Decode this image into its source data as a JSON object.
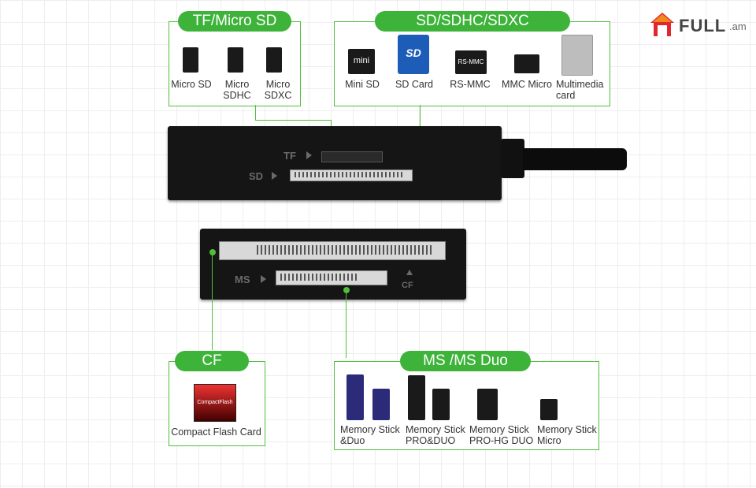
{
  "brand": {
    "logo_name": "FULL",
    "logo_suffix": ".am"
  },
  "groups": {
    "tf": {
      "title": "TF/Micro SD",
      "cards": [
        "Micro SD",
        "Micro\nSDHC",
        "Micro\nSDXC"
      ]
    },
    "sd": {
      "title": "SD/SDHC/SDXC",
      "cards": [
        "Mini SD",
        "SD Card",
        "RS-MMC",
        "MMC Micro",
        "Multimedia\ncard"
      ]
    },
    "cf": {
      "title": "CF",
      "cards": [
        "Compact Flash Card"
      ]
    },
    "ms": {
      "title": "MS /MS Duo",
      "cards": [
        "Memory Stick\n&Duo",
        "Memory Stick\nPRO&DUO",
        "Memory Stick\nPRO-HG DUO",
        "Memory Stick\nMicro"
      ]
    }
  },
  "reader_top": {
    "tf_label": "TF",
    "sd_label": "SD"
  },
  "reader_bottom": {
    "ms_label": "MS",
    "cf_label": "CF"
  },
  "card_art": {
    "mini": "mini",
    "sd": "SD",
    "rsmmc": "RS-MMC",
    "cf": "CompactFlash"
  },
  "colors": {
    "accent": "#3db33a",
    "line": "#4fbf3a",
    "reader": "#151515"
  }
}
